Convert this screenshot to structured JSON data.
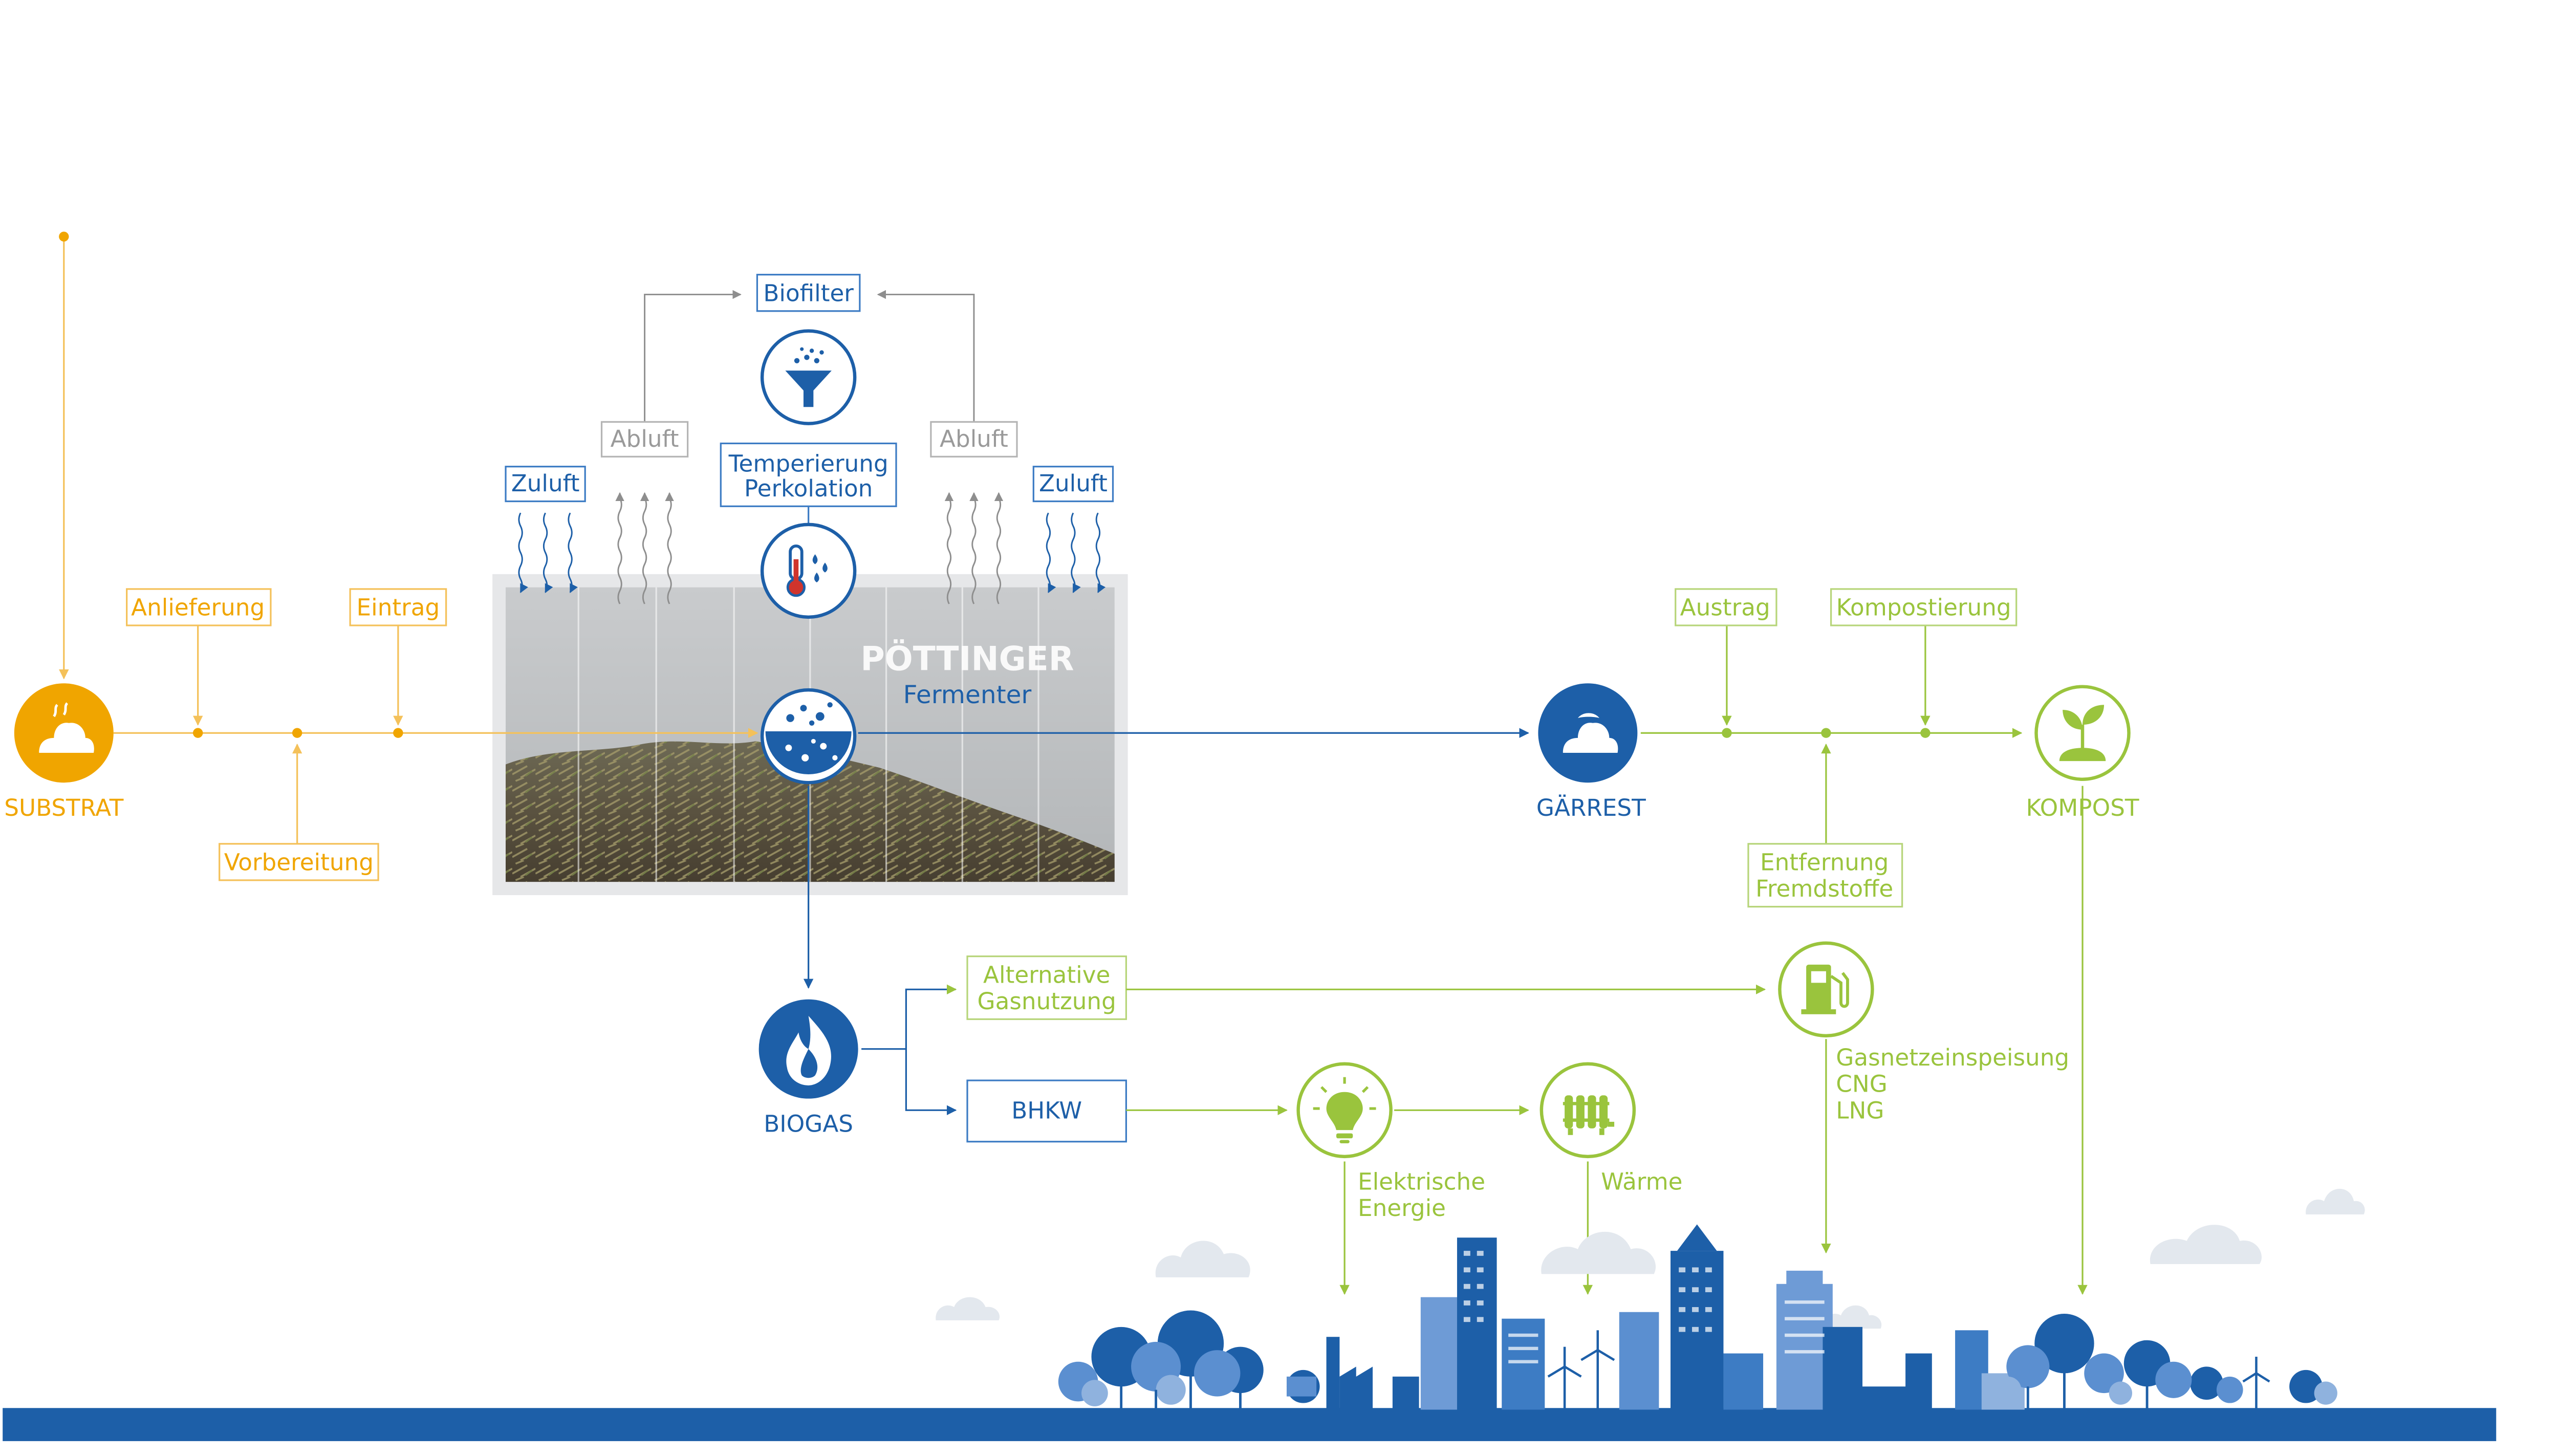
{
  "colors": {
    "orange": "#f0a500",
    "orange_light": "#f4c15a",
    "blue": "#1d5fa8",
    "blue_mid": "#3d7cc4",
    "green": "#9ac43d",
    "grey": "#9a9a9a",
    "panel": "#e6e7e9"
  },
  "brand": {
    "logo": "PÖTTINGER",
    "subtitle": "Fermenter"
  },
  "nodes": {
    "substrat": "SUBSTRAT",
    "gaerrest": "GÄRREST",
    "kompost": "KOMPOST",
    "biogas": "BIOGAS"
  },
  "labels": {
    "anlieferung": "Anlieferung",
    "eintrag": "Eintrag",
    "vorbereitung": "Vorbereitung",
    "biofilter": "Biofilter",
    "abluft_left": "Abluft",
    "abluft_right": "Abluft",
    "zuluft_left": "Zuluft",
    "zuluft_right": "Zuluft",
    "temperierung_1": "Temperierung",
    "temperierung_2": "Perkolation",
    "austrag": "Austrag",
    "kompostierung": "Kompostierung",
    "entfernung_1": "Entfernung",
    "entfernung_2": "Fremdstoffe",
    "alternative_1": "Alternative",
    "alternative_2": "Gasnutzung",
    "bhkw": "BHKW",
    "gasnetz_1": "Gasnetzeinspeisung",
    "gasnetz_2": "CNG",
    "gasnetz_3": "LNG",
    "elektrische_1": "Elektrische",
    "elektrische_2": "Energie",
    "waerme": "Wärme"
  },
  "icons": {
    "substrat": "heap-icon",
    "fermenter": "bubbles-icon",
    "biofilter": "filter-funnel-icon",
    "temperierung": "thermometer-drops-icon",
    "gaerrest": "heap-icon",
    "kompost": "sprout-icon",
    "biogas": "flame-icon",
    "gasnetz": "fuel-pump-icon",
    "elektrische": "lightbulb-icon",
    "waerme": "radiator-icon"
  }
}
